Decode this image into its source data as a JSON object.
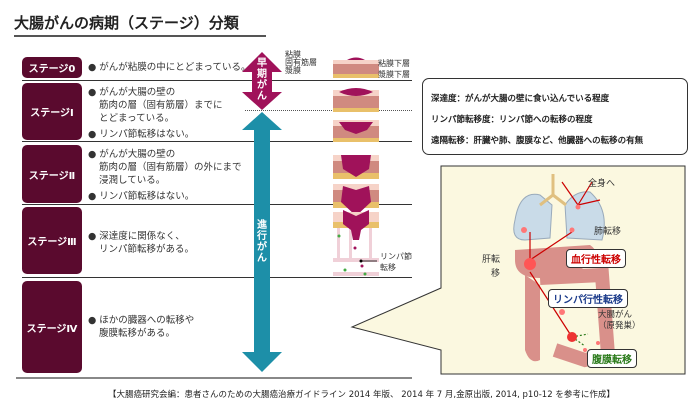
{
  "title": "大腸がんの病期（ステージ）分類",
  "stages": [
    {
      "label": "ステージ0",
      "items": [
        "● がんが粘膜の中にとどまっている。"
      ]
    },
    {
      "label": "ステージⅠ",
      "items": [
        "● がんが大腸の壁の",
        "筋肉の層（固有筋層）までに",
        "とどまっている。",
        "● リンパ節転移はない。"
      ]
    },
    {
      "label": "ステージⅡ",
      "items": [
        "● がんが大腸の壁の",
        "筋肉の層（固有筋層）の外にまで",
        "浸潤している。",
        "● リンパ節転移はない。"
      ]
    },
    {
      "label": "ステージⅢ",
      "items": [
        "● 深達度に関係なく、",
        "リンパ節転移がある。"
      ]
    },
    {
      "label": "ステージⅣ",
      "items": [
        "● ほかの臓器への転移や",
        "腹膜転移がある。"
      ]
    }
  ],
  "arrows": {
    "early": "早期がん",
    "advanced": "進行がん"
  },
  "layers": {
    "mucosa": "粘膜",
    "muscle": "固有筋層",
    "serosa": "漿膜",
    "submucosa": "粘膜下層",
    "subserosa": "漿膜下層",
    "lymph_node": "リンパ節",
    "lymph_node2": "転移"
  },
  "definitions": [
    "深達度：がんが大腸の壁に食い込んでいる程度",
    "リンパ節転移度：リンパ節への転移の程度",
    "遠隔転移：肝臓や肺、腹膜など、他臓器への転移の有無"
  ],
  "organ_panel": {
    "whole_body": "全身へ",
    "lung_meta": "肺転移",
    "liver_meta1": "肝転",
    "liver_meta2": "移",
    "hematogenous": "血行性転移",
    "lymphatic": "リンパ行性転移",
    "primary1": "大腸がん",
    "primary2": "（原発巣）",
    "peritoneal": "腹膜転移"
  },
  "colors": {
    "stage": "#5a0a2e",
    "early_arrow": "#a0125a",
    "advanced_arrow": "#1d8fa8",
    "panel": "#fbf8e0",
    "blood": "#cc0000",
    "lymph": "#1a3a8a",
    "peritoneal": "#2a7a1a"
  },
  "footnote": "【大腸癌研究会編：患者さんのための大腸癌治療ガイドライン 2014 年版、 2014 年 7 月,金原出版, 2014, p10-12 を参考に作成】"
}
